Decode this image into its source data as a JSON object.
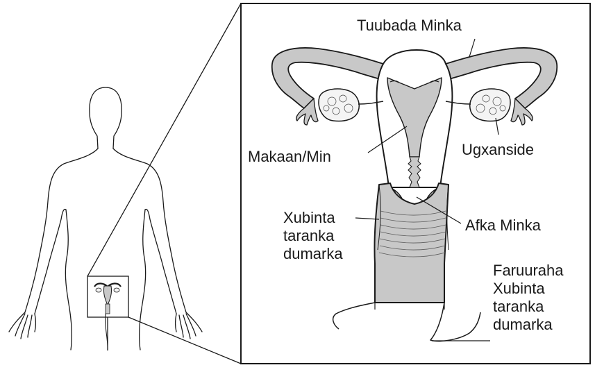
{
  "labels": {
    "fallopian_tube": "Tuubada Minka",
    "uterus": "Makaan/Min",
    "ovary": "Ugxanside",
    "cervix": "Afka Minka",
    "vagina": [
      "Xubinta",
      "taranka",
      "dumarka"
    ],
    "vaginal_opening": [
      "Faruuraha",
      "Xubinta",
      "taranka",
      "dumarka"
    ]
  },
  "colors": {
    "line": "#1a1a1a",
    "organ_fill": "#c8c8c8",
    "ovary_fill": "#f4f4f4",
    "background": "#ffffff"
  }
}
